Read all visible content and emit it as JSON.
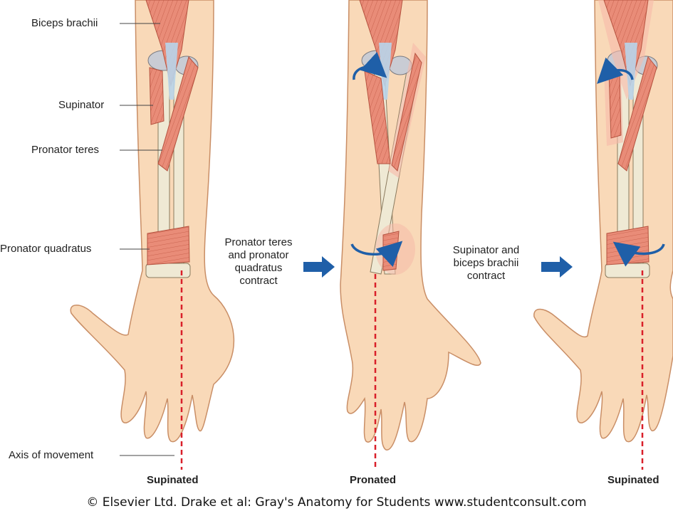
{
  "labels": {
    "biceps": "Biceps brachii",
    "supinator": "Supinator",
    "pronator_teres": "Pronator teres",
    "pronator_quadratus": "Pronator quadratus",
    "axis": "Axis of movement"
  },
  "transitions": {
    "pronate_lines": [
      "Pronator teres",
      "and pronator",
      "quadratus",
      "contract"
    ],
    "supinate_lines": [
      "Supinator and",
      "biceps brachii",
      "contract"
    ]
  },
  "states": [
    "Supinated",
    "Pronated",
    "Supinated"
  ],
  "copyright": "© Elsevier Ltd. Drake et al: Gray's Anatomy for Students www.studentconsult.com",
  "colors": {
    "skin": "#f9d9b8",
    "skin_outline": "#c98e66",
    "muscle": "#e98c78",
    "bone": "#efe9d4",
    "tendon": "#b8d4ea",
    "arrow": "#1f5fa8",
    "axis": "#d9202a"
  }
}
